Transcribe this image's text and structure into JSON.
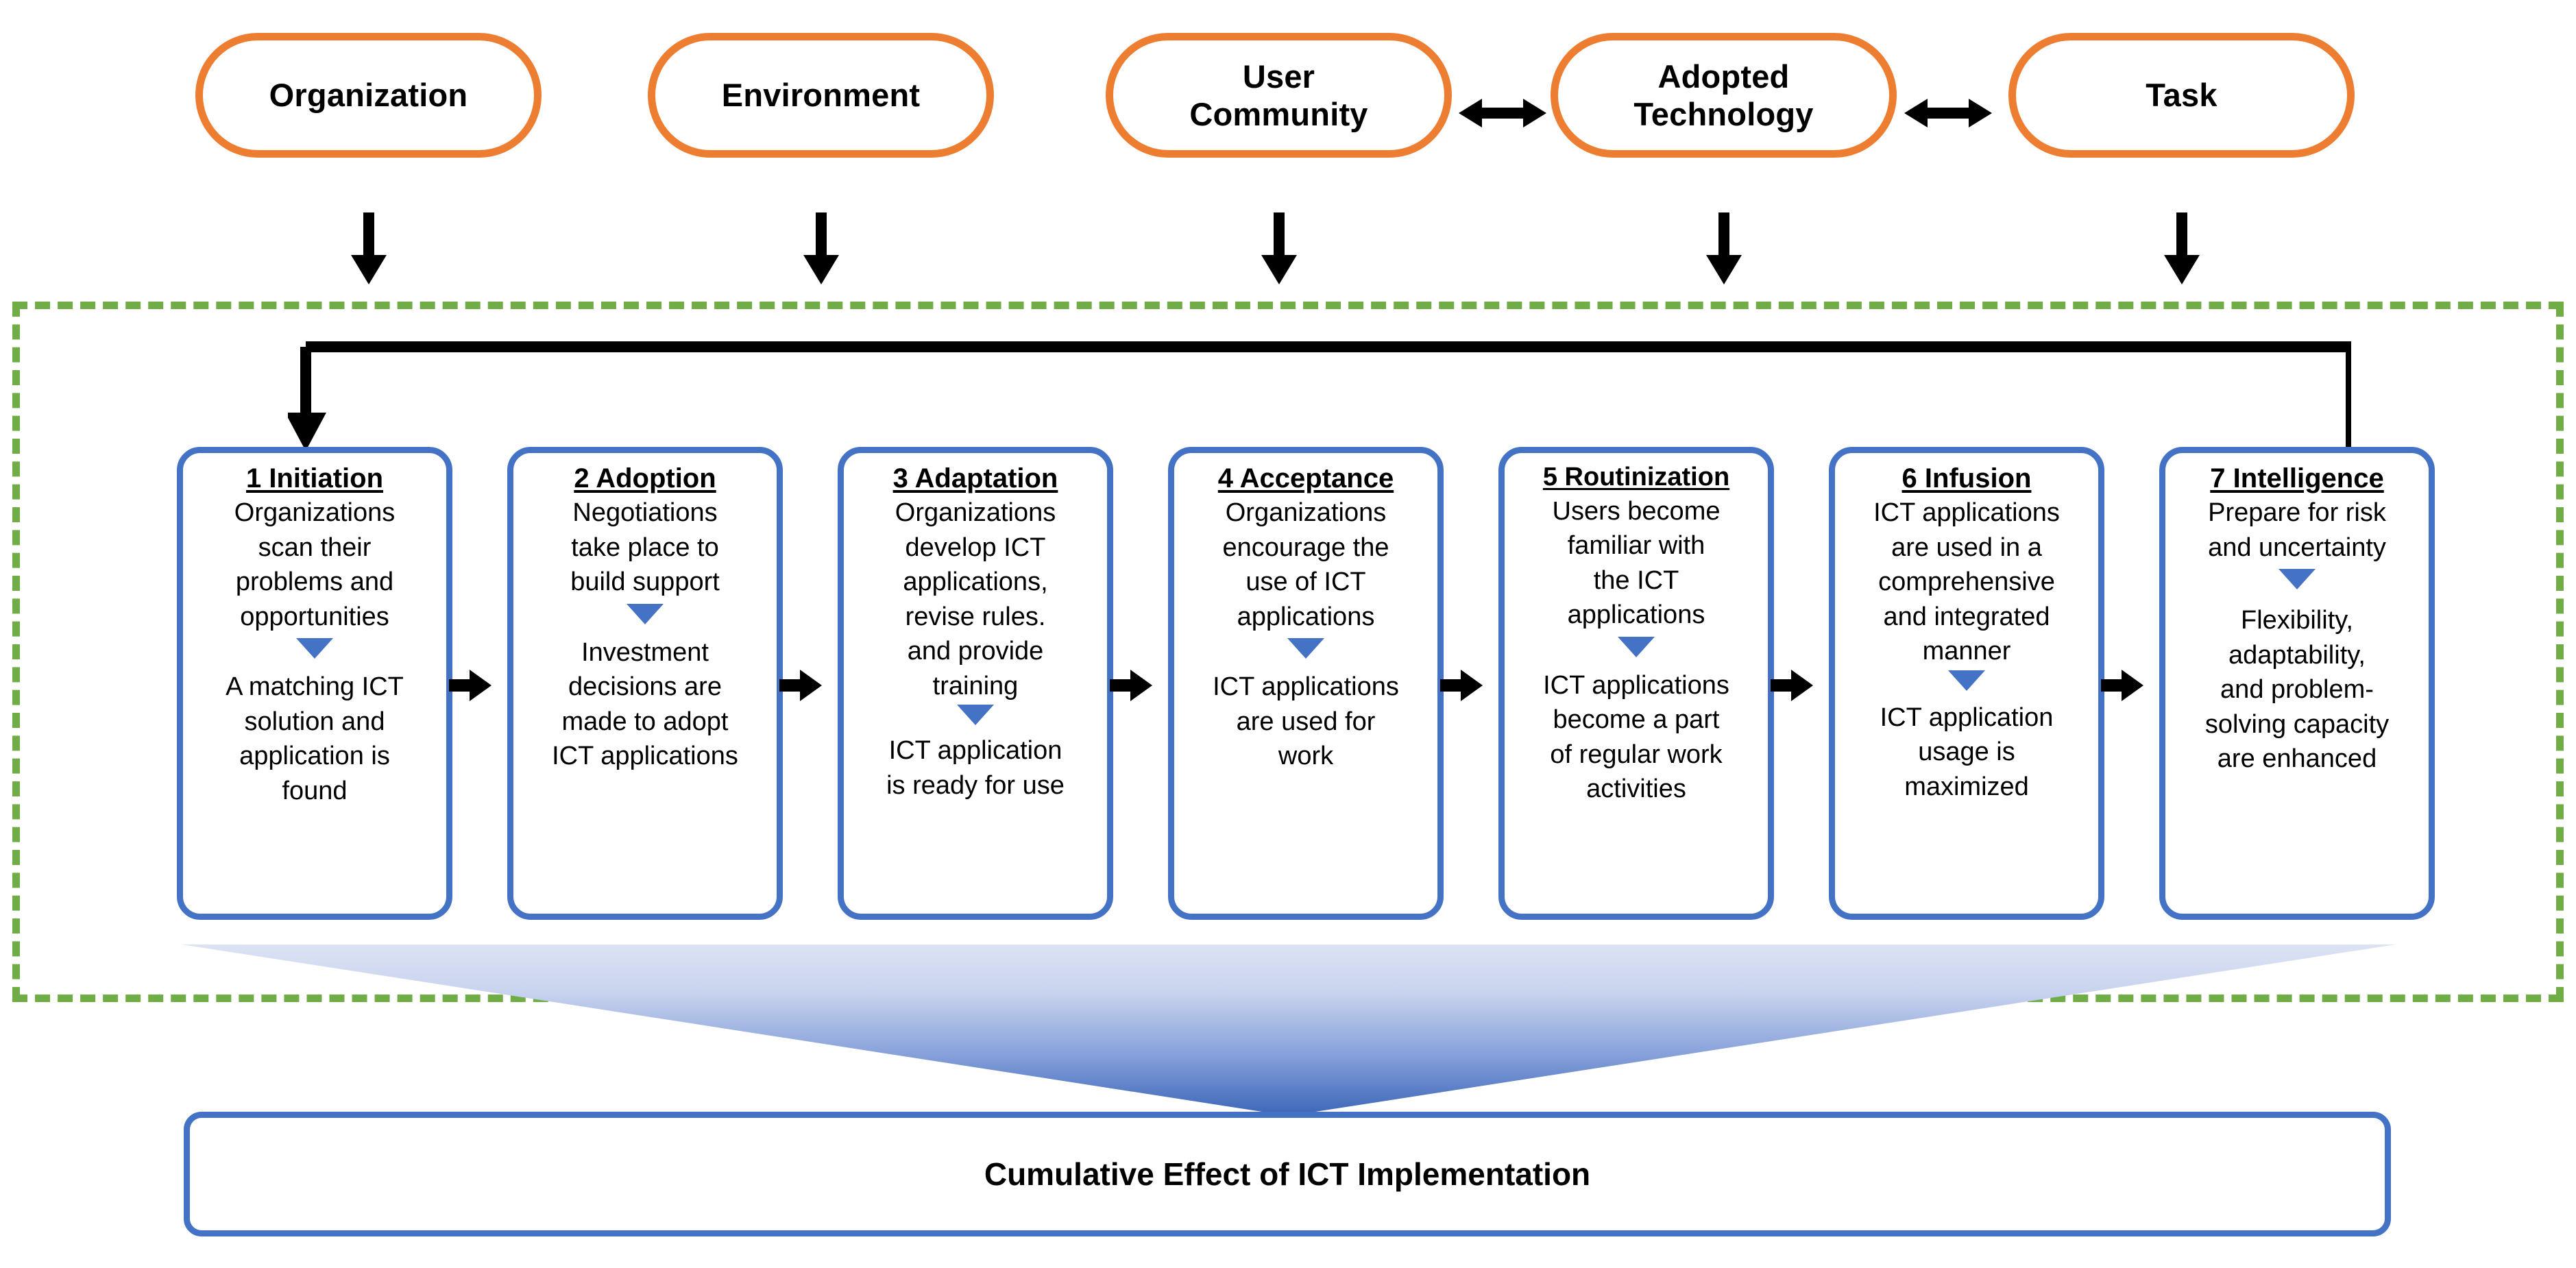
{
  "colors": {
    "context_border": "#ED7D31",
    "stage_border": "#4472C4",
    "dotted_border": "#70AD47",
    "arrow": "#000000",
    "marker": "#4472C4",
    "funnel_top": "#D6DEF2",
    "funnel_bottom": "#3B66B8"
  },
  "context_row": {
    "boxes": [
      {
        "label": "Organization"
      },
      {
        "label": "Environment"
      },
      {
        "label": "User\nCommunity"
      },
      {
        "label": "Adopted\nTechnology"
      },
      {
        "label": "Task"
      }
    ],
    "bidirectional_links": [
      {
        "from": "User Community",
        "to": "Adopted Technology"
      },
      {
        "from": "Adopted Technology",
        "to": "Task"
      }
    ]
  },
  "stages": [
    {
      "title": "1 Initiation",
      "top_text": "Organizations\nscan their\nproblems and\nopportunities",
      "bottom_text": "A matching ICT\nsolution and\napplication is\nfound"
    },
    {
      "title": "2 Adoption",
      "top_text": "Negotiations\ntake place to\nbuild support",
      "bottom_text": "Investment\ndecisions are\nmade to adopt\nICT applications"
    },
    {
      "title": "3 Adaptation",
      "top_text": "Organizations\ndevelop ICT\napplications,\nrevise rules.\nand provide\ntraining",
      "bottom_text": "ICT application\nis ready for use"
    },
    {
      "title": "4 Acceptance",
      "top_text": "Organizations\nencourage the\nuse of ICT\napplications",
      "bottom_text": "ICT applications\nare used for\nwork"
    },
    {
      "title": "5 Routinization",
      "top_text": "Users become\nfamiliar with\nthe ICT\napplications",
      "bottom_text": "ICT applications\nbecome a part\nof regular work\nactivities"
    },
    {
      "title": "6 Infusion",
      "top_text": "ICT applications\nare used in a\ncomprehensive\nand integrated\nmanner",
      "bottom_text": "ICT application\nusage is\nmaximized"
    },
    {
      "title": "7 Intelligence",
      "top_text": "Prepare for risk\nand uncertainty",
      "bottom_text": "Flexibility,\nadaptability,\nand problem-\nsolving capacity\nare enhanced"
    }
  ],
  "summary": {
    "label": "Cumulative Effect of ICT Implementation"
  }
}
